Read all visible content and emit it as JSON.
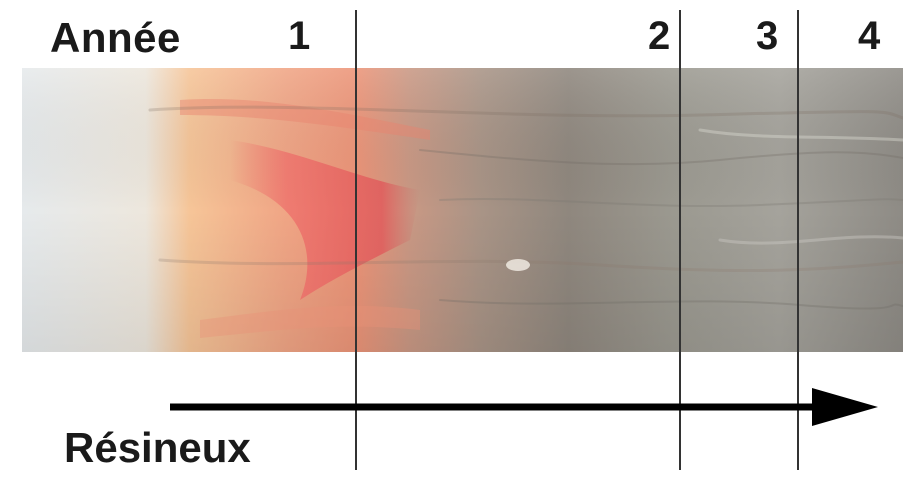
{
  "header": {
    "year_label": "Année",
    "years": [
      "1",
      "2",
      "3",
      "4"
    ]
  },
  "footer": {
    "wood_type": "Résineux"
  },
  "colors": {
    "fresh_wood_pale": "#dfe3e4",
    "fresh_wood_orange": "#f3b48a",
    "fresh_wood_red": "#ea7d72",
    "weathered_brown": "#9a8e80",
    "weathered_grey": "#9a9790",
    "divider_line": "#333333",
    "arrow": "#000000"
  },
  "icons": {
    "time_arrow": "arrow-right-icon"
  }
}
